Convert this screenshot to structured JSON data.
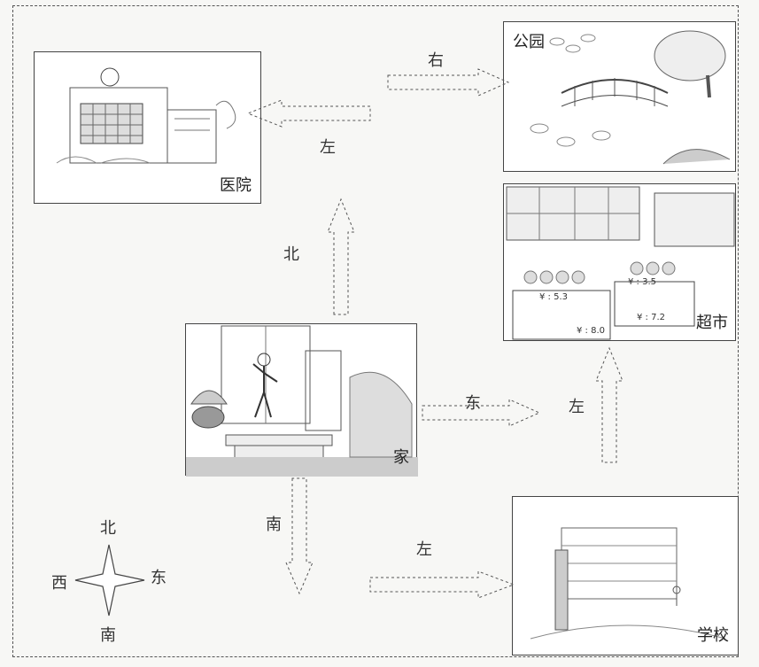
{
  "places": {
    "hospital": "医院",
    "park": "公园",
    "supermarket": "超市",
    "home": "家",
    "school": "学校"
  },
  "arrows": {
    "home_to_hospital": "北",
    "to_hospital": "左",
    "to_park": "右",
    "home_east": "东",
    "school_to_supermarket": "左",
    "home_south": "南",
    "to_school": "左"
  },
  "compass": {
    "north": "北",
    "south": "南",
    "east": "东",
    "west": "西"
  },
  "supermarket_prices": [
    "¥ : 5.3",
    "¥ : 8.0",
    "¥ : 3.5",
    "¥ : 7.2"
  ]
}
